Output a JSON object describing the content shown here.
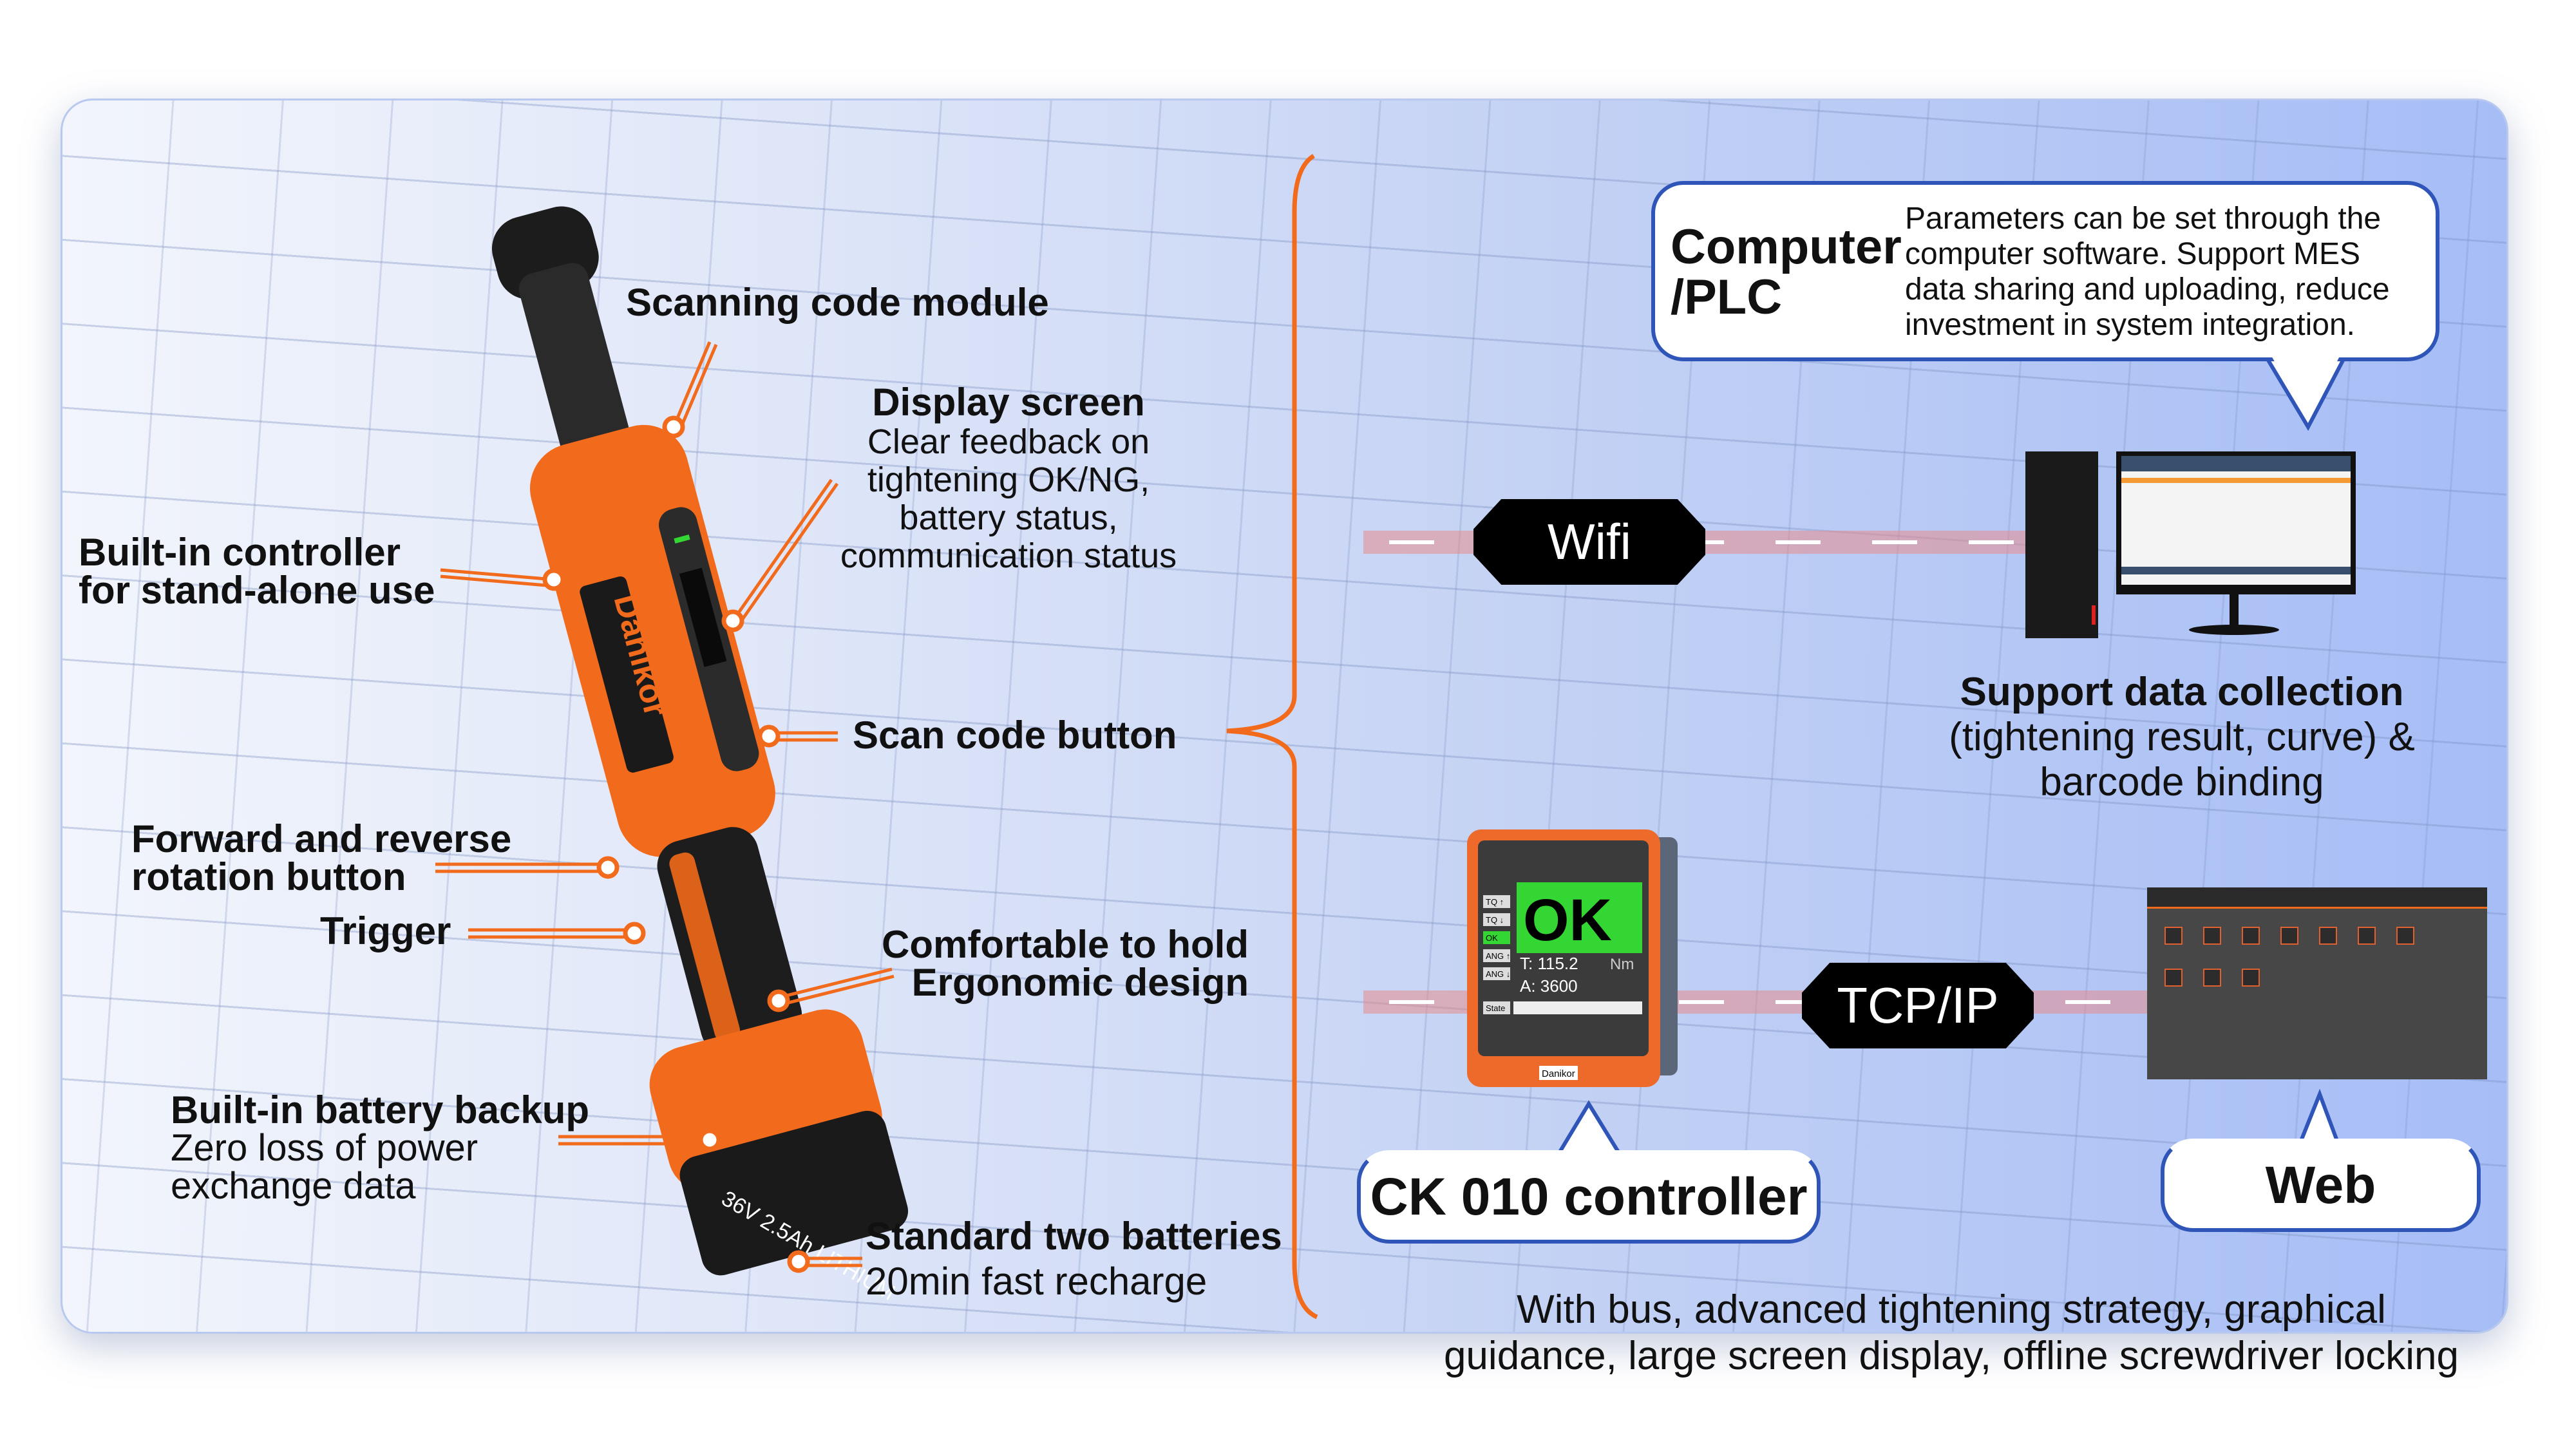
{
  "tool_labels": {
    "scanning_module": "Scanning code module",
    "display_title": "Display screen",
    "display_lines": [
      "Clear feedback on",
      "tightening OK/NG,",
      "battery status,",
      "communication status"
    ],
    "controller_lines": [
      "Built-in controller",
      "for stand-alone use"
    ],
    "scan_button": "Scan code button",
    "forward_reverse_lines": [
      "Forward and reverse",
      "rotation button"
    ],
    "trigger": "Trigger",
    "comfort_lines": [
      "Comfortable to hold",
      "Ergonomic design"
    ],
    "battery_backup_title": "Built-in battery backup",
    "battery_backup_lines": [
      "Zero loss of power",
      "exchange data"
    ],
    "batteries_title": "Standard two batteries",
    "batteries_sub": "20min fast recharge",
    "brand": "Danikor",
    "battery_text": "36V 2.5Ah LITHIUM"
  },
  "computer": {
    "title_lines": [
      "Computer",
      "/PLC"
    ],
    "description_lines": [
      "Parameters can be set through the",
      "computer software. Support MES",
      "data sharing and uploading, reduce",
      "investment in system integration."
    ],
    "support_title": "Support data collection",
    "support_lines": [
      "(tightening result, curve) &",
      "barcode binding"
    ]
  },
  "links": {
    "wifi": "Wifi",
    "tcpip": "TCP/IP"
  },
  "controller": {
    "label": "CK 010 controller",
    "screen_status": "OK",
    "torque": "T: 115.2",
    "torque_unit": "Nm",
    "angle": "A: 3600",
    "buttons": [
      "TQ ↑",
      "TQ ↓",
      "OK",
      "ANG ↑",
      "ANG ↓",
      "State"
    ],
    "brand": "Danikor"
  },
  "web": {
    "label": "Web"
  },
  "footer_lines": [
    "With bus, advanced tightening strategy, graphical",
    "guidance, large screen display, offline screwdriver locking"
  ],
  "colors": {
    "accent": "#f26a1b",
    "bubble_border": "#2f55b8",
    "ok_green": "#34d633"
  }
}
